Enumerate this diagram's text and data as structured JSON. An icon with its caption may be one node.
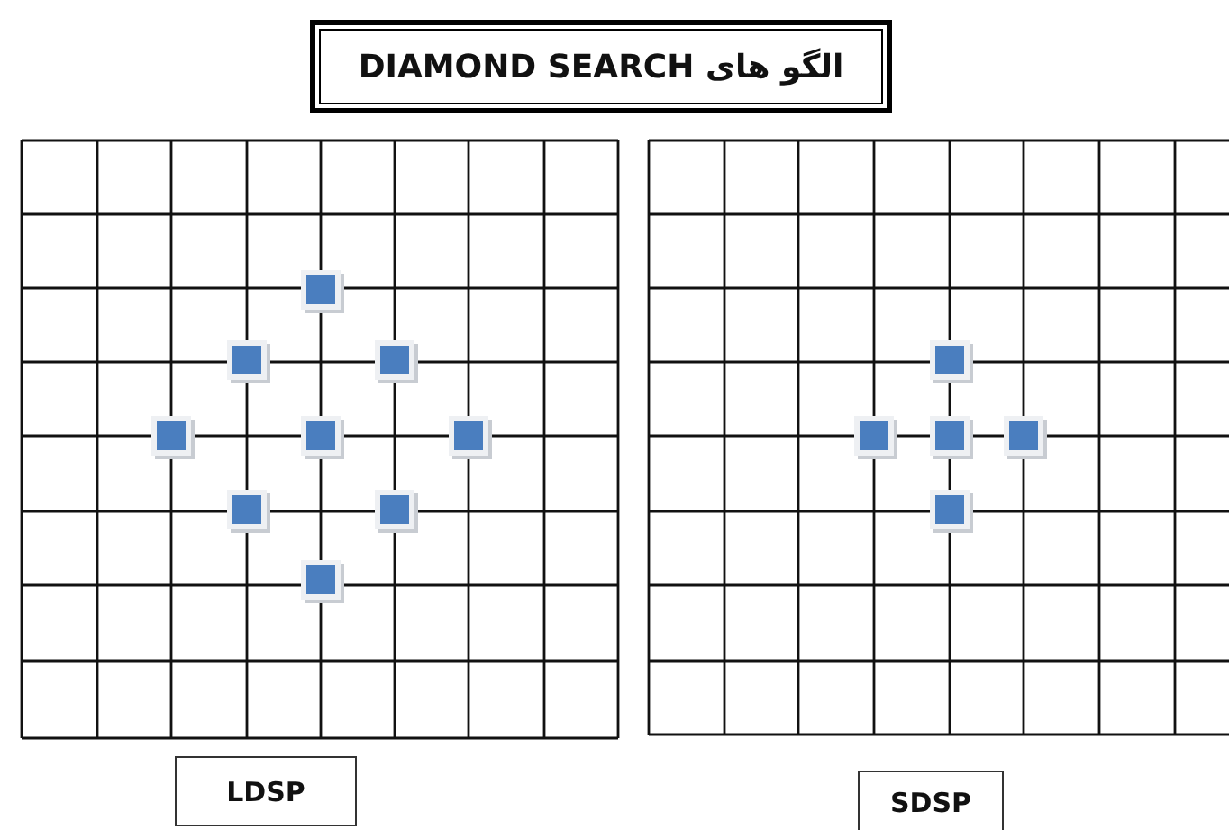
{
  "diagram": {
    "title": "الگو های DIAMOND SEARCH",
    "nodes": [
      {
        "text": [
          "LDSP"
        ]
      },
      {
        "text": [
          "SDSP"
        ]
      }
    ]
  }
}
